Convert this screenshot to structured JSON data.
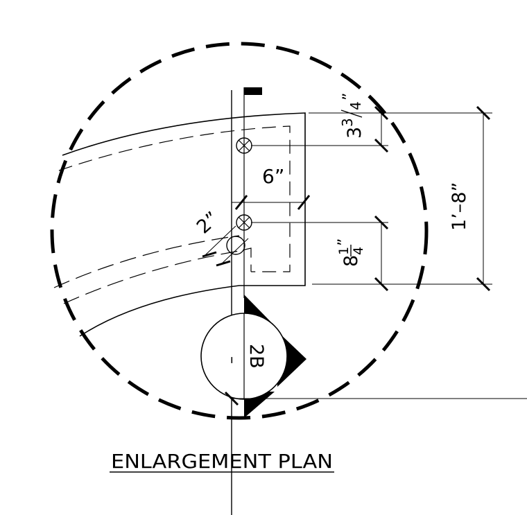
{
  "drawing": {
    "title": "ENLARGEMENT PLAN",
    "callout_tag": "2B",
    "callout_ref": "–"
  },
  "dimensions": {
    "top_offset": {
      "whole": "3",
      "num": "3",
      "den": "4",
      "mark": "”"
    },
    "spacing": "6”",
    "bolt": "2”",
    "lower_offset": {
      "whole": "8",
      "num": "1",
      "den": "4",
      "mark": "”"
    },
    "overall": "1’–8”"
  }
}
